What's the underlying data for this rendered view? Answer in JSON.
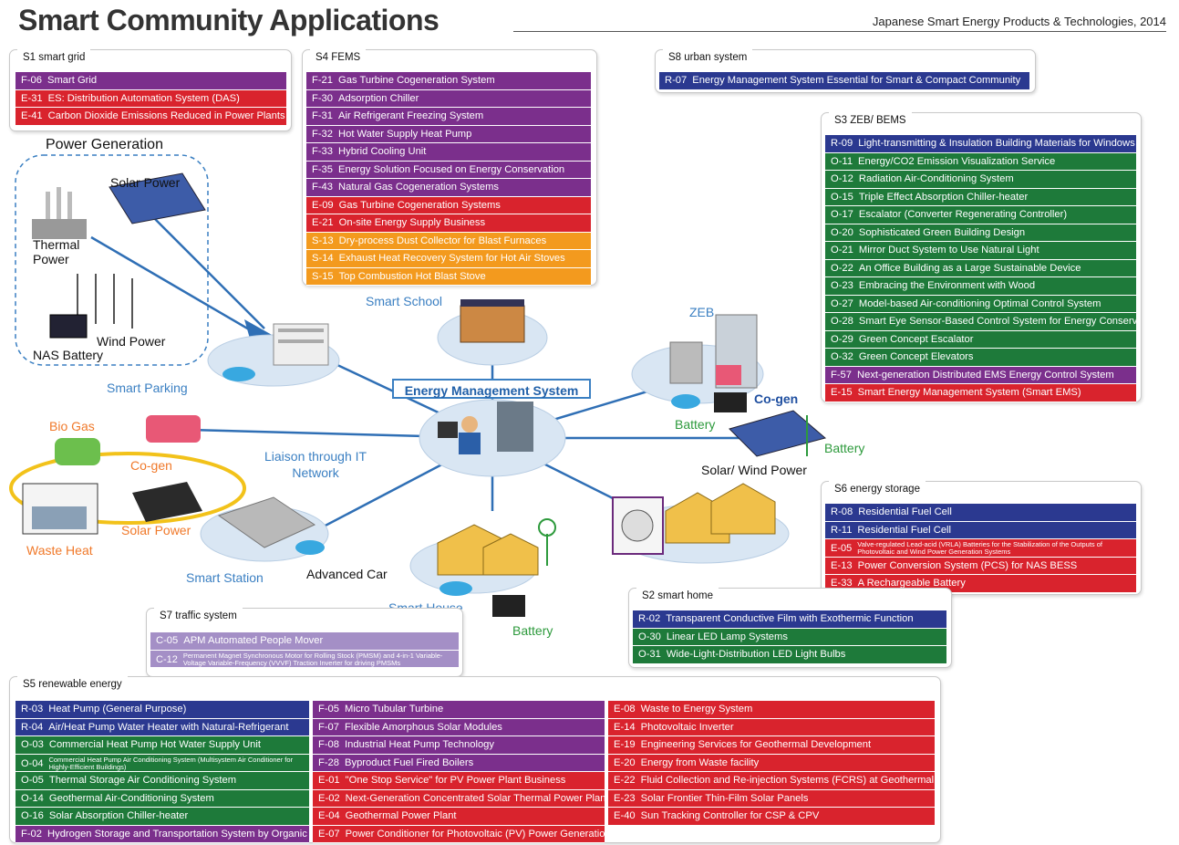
{
  "header": {
    "title": "Smart Community Applications",
    "subtitle": "Japanese Smart Energy Products & Technologies, 2014"
  },
  "colors": {
    "purple": "#7b2f8c",
    "red": "#d9232d",
    "orange": "#f39a1e",
    "navy": "#2b3990",
    "green": "#1e7a3a",
    "lavender": "#a48fc6",
    "label_blue": "#3a7fc2"
  },
  "panels": {
    "s1": {
      "tab": "S1  smart grid",
      "rows": [
        {
          "code": "F-06",
          "text": "Smart Grid",
          "color": "purple"
        },
        {
          "code": "E-31",
          "text": "ES: Distribution Automation System (DAS)",
          "color": "red"
        },
        {
          "code": "E-41",
          "text": "Carbon Dioxide Emissions Reduced in Power Plants",
          "color": "red"
        }
      ]
    },
    "s4": {
      "tab": "S4  FEMS",
      "rows": [
        {
          "code": "F-21",
          "text": "Gas Turbine Cogeneration System",
          "color": "purple"
        },
        {
          "code": "F-30",
          "text": "Adsorption Chiller",
          "color": "purple"
        },
        {
          "code": "F-31",
          "text": "Air Refrigerant Freezing System",
          "color": "purple"
        },
        {
          "code": "F-32",
          "text": "Hot Water Supply Heat Pump",
          "color": "purple"
        },
        {
          "code": "F-33",
          "text": "Hybrid Cooling Unit",
          "color": "purple"
        },
        {
          "code": "F-35",
          "text": "Energy Solution Focused on Energy Conservation",
          "color": "purple"
        },
        {
          "code": "F-43",
          "text": "Natural Gas Cogeneration Systems",
          "color": "purple"
        },
        {
          "code": "E-09",
          "text": "Gas Turbine Cogeneration Systems",
          "color": "red"
        },
        {
          "code": "E-21",
          "text": "On-site Energy Supply Business",
          "color": "red"
        },
        {
          "code": "S-13",
          "text": "Dry-process Dust Collector for Blast Furnaces",
          "color": "orange"
        },
        {
          "code": "S-14",
          "text": "Exhaust Heat Recovery System for Hot Air Stoves",
          "color": "orange"
        },
        {
          "code": "S-15",
          "text": "Top Combustion Hot Blast Stove",
          "color": "orange"
        }
      ]
    },
    "s8": {
      "tab": "S8  urban system",
      "rows": [
        {
          "code": "R-07",
          "text": "Energy Management System Essential for Smart & Compact Community",
          "color": "navy"
        }
      ]
    },
    "s3": {
      "tab": "S3  ZEB/ BEMS",
      "rows": [
        {
          "code": "R-09",
          "text": "Light-transmitting & Insulation Building Materials for Windows",
          "color": "navy"
        },
        {
          "code": "O-11",
          "text": "Energy/CO2 Emission Visualization Service",
          "color": "green"
        },
        {
          "code": "O-12",
          "text": "Radiation Air-Conditioning System",
          "color": "green"
        },
        {
          "code": "O-15",
          "text": "Triple Effect Absorption Chiller-heater",
          "color": "green"
        },
        {
          "code": "O-17",
          "text": "Escalator (Converter Regenerating Controller)",
          "color": "green"
        },
        {
          "code": "O-20",
          "text": "Sophisticated Green Building Design",
          "color": "green"
        },
        {
          "code": "O-21",
          "text": "Mirror Duct System to Use Natural Light",
          "color": "green"
        },
        {
          "code": "O-22",
          "text": "An Office Building as a Large Sustainable Device",
          "color": "green"
        },
        {
          "code": "O-23",
          "text": "Embracing the Environment with Wood",
          "color": "green"
        },
        {
          "code": "O-27",
          "text": "Model-based Air-conditioning Optimal Control System",
          "color": "green"
        },
        {
          "code": "O-28",
          "text": "Smart Eye Sensor-Based Control System for Energy Conservation",
          "color": "green"
        },
        {
          "code": "O-29",
          "text": "Green Concept Escalator",
          "color": "green"
        },
        {
          "code": "O-32",
          "text": "Green Concept Elevators",
          "color": "green"
        },
        {
          "code": "F-57",
          "text": "Next-generation Distributed EMS Energy Control System",
          "color": "purple"
        },
        {
          "code": "E-15",
          "text": "Smart Energy Management System (Smart EMS)",
          "color": "red"
        }
      ]
    },
    "s6": {
      "tab": "S6  energy storage",
      "rows": [
        {
          "code": "R-08",
          "text": "Residential Fuel Cell",
          "color": "navy"
        },
        {
          "code": "R-11",
          "text": "Residential Fuel Cell",
          "color": "navy"
        },
        {
          "code": "E-05",
          "text": "Valve-regulated Lead-acid (VRLA) Batteries for the Stabilization of the Outputs of Photovoltaic and Wind Power Generation Systems",
          "color": "red",
          "small": true
        },
        {
          "code": "E-13",
          "text": "Power Conversion System (PCS) for NAS BESS",
          "color": "red"
        },
        {
          "code": "E-33",
          "text": "A Rechargeable Battery",
          "color": "red"
        }
      ]
    },
    "s2": {
      "tab": "S2  smart home",
      "rows": [
        {
          "code": "R-02",
          "text": "Transparent Conductive Film with Exothermic Function",
          "color": "navy"
        },
        {
          "code": "O-30",
          "text": "Linear LED Lamp Systems",
          "color": "green"
        },
        {
          "code": "O-31",
          "text": "Wide-Light-Distribution LED Light Bulbs",
          "color": "green"
        }
      ]
    },
    "s7": {
      "tab": "S7  traffic system",
      "rows": [
        {
          "code": "C-05",
          "text": "APM Automated People Mover",
          "color": "lavender"
        },
        {
          "code": "C-12",
          "text": "Permanent Magnet Synchronous Motor for Rolling Stock (PMSM) and 4-in-1 Variable-Voltage Variable-Frequency (VVVF) Traction Inverter for driving PMSMs",
          "color": "lavender",
          "small": true
        }
      ]
    },
    "s5": {
      "tab": "S5  renewable energy",
      "col1": [
        {
          "code": "R-03",
          "text": "Heat Pump (General Purpose)",
          "color": "navy"
        },
        {
          "code": "R-04",
          "text": "Air/Heat Pump Water Heater with Natural-Refrigerant",
          "color": "navy"
        },
        {
          "code": "O-03",
          "text": "Commercial Heat Pump Hot Water Supply Unit",
          "color": "green"
        },
        {
          "code": "O-04",
          "text": "Commercial Heat Pump Air Conditioning System (Multisystem Air Conditioner for Highly-Efficient Buildings)",
          "color": "green",
          "small": true
        },
        {
          "code": "O-05",
          "text": "Thermal Storage Air Conditioning System",
          "color": "green"
        },
        {
          "code": "O-14",
          "text": "Geothermal Air-Conditioning System",
          "color": "green"
        },
        {
          "code": "O-16",
          "text": "Solar Absorption Chiller-heater",
          "color": "green"
        },
        {
          "code": "F-02",
          "text": "Hydrogen Storage and Transportation System by Organic Chemical Hydride",
          "color": "purple"
        }
      ],
      "col2": [
        {
          "code": "F-05",
          "text": "Micro Tubular Turbine",
          "color": "purple"
        },
        {
          "code": "F-07",
          "text": "Flexible Amorphous Solar Modules",
          "color": "purple"
        },
        {
          "code": "F-08",
          "text": "Industrial Heat Pump Technology",
          "color": "purple"
        },
        {
          "code": "F-28",
          "text": "Byproduct Fuel Fired Boilers",
          "color": "purple"
        },
        {
          "code": "E-01",
          "text": "\"One Stop Service\" for PV Power Plant Business",
          "color": "red"
        },
        {
          "code": "E-02",
          "text": "Next-Generation Concentrated Solar Thermal Power Plant",
          "color": "red"
        },
        {
          "code": "E-04",
          "text": "Geothermal Power Plant",
          "color": "red"
        },
        {
          "code": "E-07",
          "text": "Power Conditioner for Photovoltaic (PV) Power Generation Systems",
          "color": "red"
        }
      ],
      "col3": [
        {
          "code": "E-08",
          "text": "Waste to Energy System",
          "color": "red"
        },
        {
          "code": "E-14",
          "text": "Photovoltaic Inverter",
          "color": "red"
        },
        {
          "code": "E-19",
          "text": "Engineering Services for Geothermal Development",
          "color": "red"
        },
        {
          "code": "E-20",
          "text": "Energy from Waste facility",
          "color": "red"
        },
        {
          "code": "E-22",
          "text": "Fluid Collection and Re-injection Systems (FCRS) at Geothermal Power Plant",
          "color": "red"
        },
        {
          "code": "E-23",
          "text": "Solar Frontier Thin-Film Solar Panels",
          "color": "red"
        },
        {
          "code": "E-40",
          "text": "Sun Tracking Controller for CSP & CPV",
          "color": "red"
        }
      ]
    }
  },
  "diagram": {
    "ems": "Energy Management System",
    "power_generation": "Power Generation",
    "solar_power_top": "Solar Power",
    "thermal_power": "Thermal\nPower",
    "wind_power": "Wind Power",
    "nas_battery": "NAS Battery",
    "smart_parking": "Smart Parking",
    "smart_school": "Smart School",
    "zeb": "ZEB",
    "cogen_right": "Co-gen",
    "battery_right": "Battery",
    "battery_wind": "Battery",
    "solar_wind_power": "Solar/ Wind Power",
    "bio_gas": "Bio Gas",
    "cogen_left": "Co-gen",
    "solar_power_left": "Solar Power",
    "waste_heat": "Waste Heat",
    "liaison": "Liaison through IT\nNetwork",
    "smart_station": "Smart Station",
    "advanced_car": "Advanced Car",
    "smart_house": "Smart House",
    "battery_house": "Battery"
  }
}
